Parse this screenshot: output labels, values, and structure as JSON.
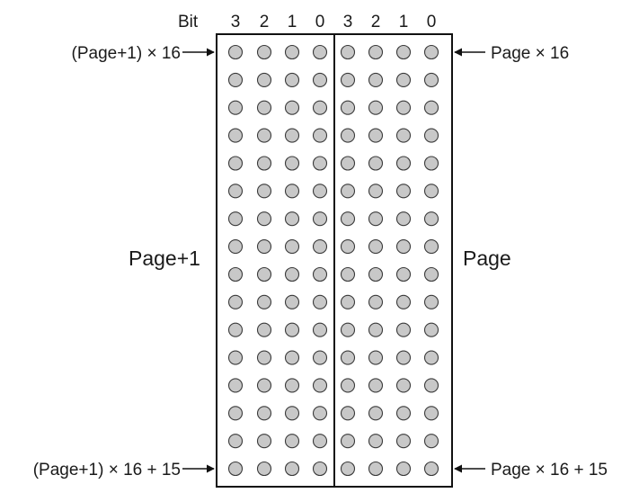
{
  "header": {
    "bit_label": "Bit",
    "left_bits": [
      "3",
      "2",
      "1",
      "0"
    ],
    "right_bits": [
      "3",
      "2",
      "1",
      "0"
    ]
  },
  "panels": {
    "left_label": "Page+1",
    "right_label": "Page"
  },
  "pointers": {
    "top_left": "(Page+1) × 16",
    "bottom_left": "(Page+1) × 16 + 15",
    "top_right": "Page × 16",
    "bottom_right": "Page × 16 + 15"
  },
  "grid": {
    "rows": 16,
    "columns_per_page": 4
  },
  "colors": {
    "cell_fill": "#c8c8c8",
    "cell_stroke": "#3a3a3a",
    "frame": "#111111"
  }
}
